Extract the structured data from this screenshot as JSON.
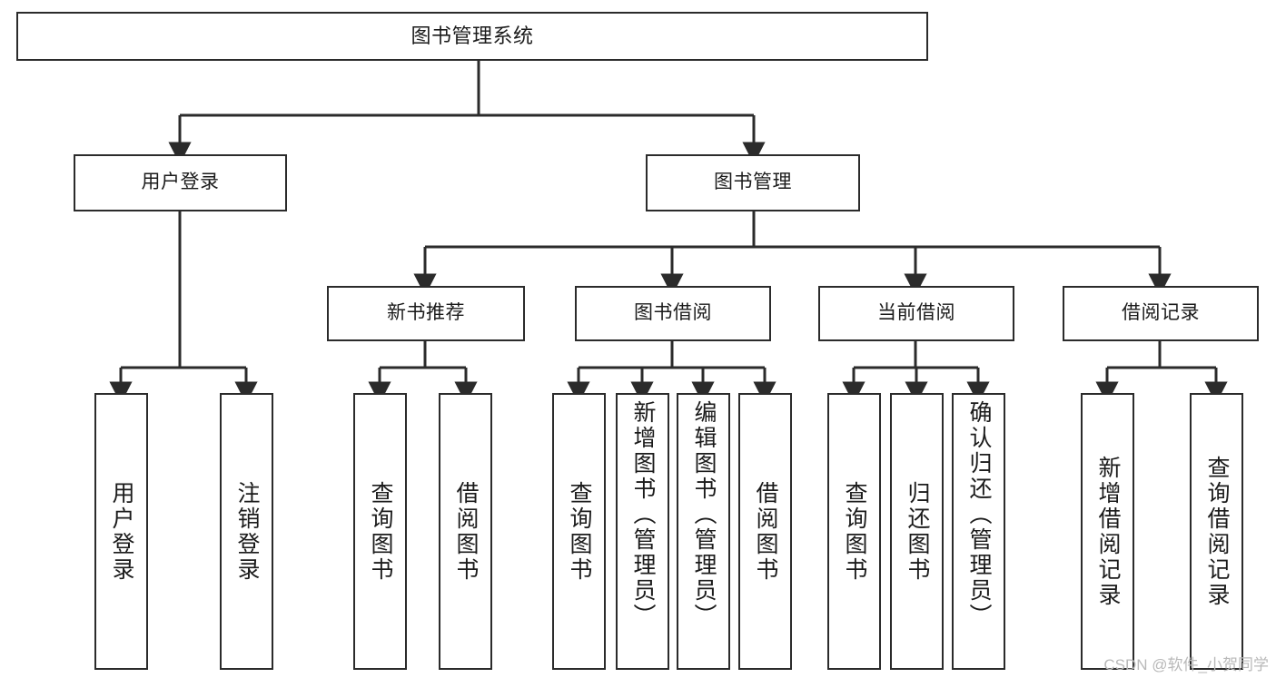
{
  "diagram": {
    "type": "tree",
    "title": "图书管理系统",
    "orientation": "top-down",
    "colors": {
      "stroke": "#2b2b2b",
      "fill": "#ffffff",
      "text": "#1b1b1b",
      "watermark": "#b9b9b9"
    },
    "watermark": "CSDN @软件_小贺同学",
    "levels": 4,
    "nodes": {
      "root": {
        "label": "图书管理系统"
      },
      "level2": [
        {
          "id": "user-login",
          "label": "用户登录"
        },
        {
          "id": "book-manage",
          "label": "图书管理"
        }
      ],
      "level3": [
        {
          "id": "new-book-rec",
          "label": "新书推荐",
          "parent": "book-manage"
        },
        {
          "id": "book-borrow",
          "label": "图书借阅",
          "parent": "book-manage"
        },
        {
          "id": "current-borrow",
          "label": "当前借阅",
          "parent": "book-manage"
        },
        {
          "id": "borrow-record",
          "label": "借阅记录",
          "parent": "book-manage"
        }
      ],
      "leaves": [
        {
          "id": "leaf-user-login",
          "label": "用户登录",
          "parent": "user-login"
        },
        {
          "id": "leaf-user-logout",
          "label": "注销登录",
          "parent": "user-login"
        },
        {
          "id": "leaf-rec-query-book",
          "label": "查询图书",
          "parent": "new-book-rec"
        },
        {
          "id": "leaf-rec-borrow-book",
          "label": "借阅图书",
          "parent": "new-book-rec"
        },
        {
          "id": "leaf-borrow-query-book",
          "label": "查询图书",
          "parent": "book-borrow"
        },
        {
          "id": "leaf-borrow-add-book",
          "label": "新增图书（管理员）",
          "parent": "book-borrow"
        },
        {
          "id": "leaf-borrow-edit-book",
          "label": "编辑图书（管理员）",
          "parent": "book-borrow"
        },
        {
          "id": "leaf-borrow-borrow-book",
          "label": "借阅图书",
          "parent": "book-borrow"
        },
        {
          "id": "leaf-current-query-book",
          "label": "查询图书",
          "parent": "current-borrow"
        },
        {
          "id": "leaf-current-return-book",
          "label": "归还图书",
          "parent": "current-borrow"
        },
        {
          "id": "leaf-current-confirm-return",
          "label": "确认归还（管理员）",
          "parent": "current-borrow"
        },
        {
          "id": "leaf-record-add",
          "label": "新增借阅记录",
          "parent": "borrow-record"
        },
        {
          "id": "leaf-record-query",
          "label": "查询借阅记录",
          "parent": "borrow-record"
        }
      ]
    }
  }
}
